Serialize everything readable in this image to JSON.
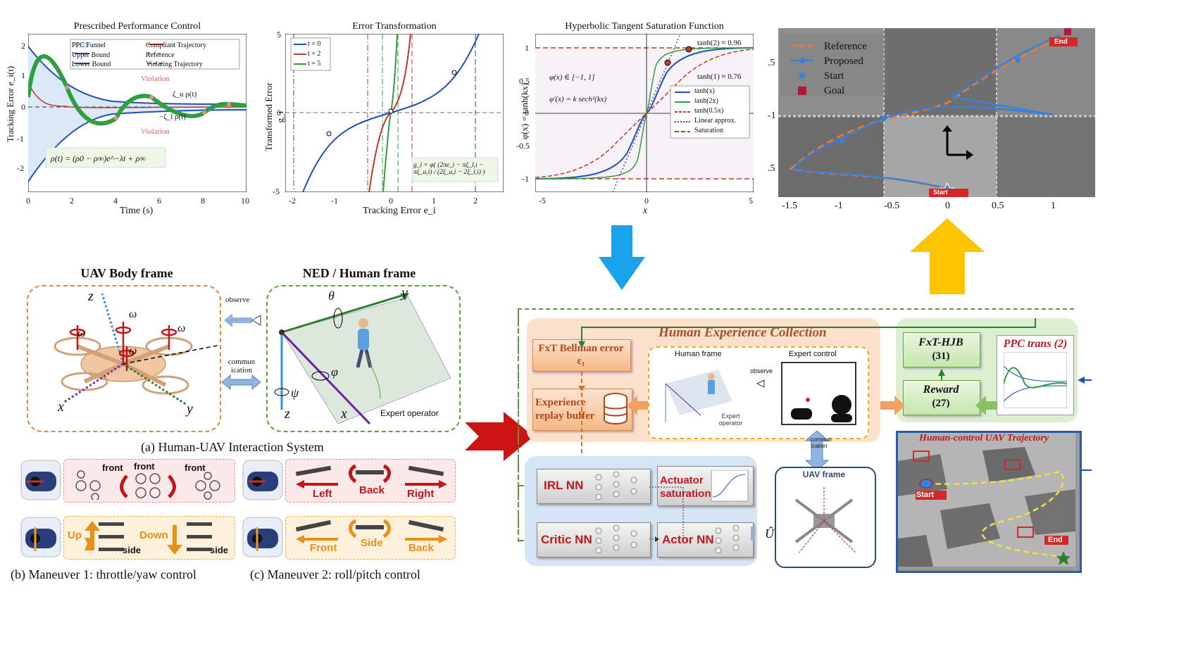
{
  "ppc_panel": {
    "title": "Prescribed Performance Control",
    "ylabel": "Tracking Error e_i(t)",
    "xlabel": "Time (s)",
    "xticks": [
      "0",
      "2",
      "4",
      "6",
      "8",
      "10"
    ],
    "yticks": [
      "2",
      "1",
      "0",
      "-1",
      "-2"
    ],
    "legend": [
      "PPC Funnel",
      "Upper Bound",
      "Lower Bound",
      "Compliant Trajectory",
      "Reference",
      "Violating Trajectory"
    ],
    "annot_violation_1": "Violation",
    "annot_violation_2": "Violation",
    "annot_upper": "ζ_u ρ(t)",
    "annot_lower": "−ζ_l ρ(t)",
    "formula": "ρ(t) = (ρ0 − ρ∞)e^−λt + ρ∞",
    "colors": {
      "funnel": "#dbe8f7",
      "bound": "#1f4fbf",
      "compliant": "#c0392b",
      "violating": "#2e9e3e"
    }
  },
  "et_panel": {
    "title": "Error Transformation",
    "ylabel": "Transformed Error g_i",
    "xlabel": "Tracking Error e_i",
    "xticks": [
      "-2",
      "-1",
      "0",
      "1",
      "2"
    ],
    "yticks": [
      "5",
      "0",
      "-5"
    ],
    "legend": [
      "t = 0",
      "t = 2",
      "t = 5"
    ],
    "formula": "g_i = φ( (2πe_i − πξ_l,i − πξ_u,i) / (2ξ_u,i − 2ξ_l,i) )"
  },
  "tanh_panel": {
    "title": "Hyperbolic Tangent Saturation Function",
    "ylabel": "φ(x) = tanh(kx)",
    "xlabel": "x",
    "xticks": [
      "-5",
      "0",
      "5"
    ],
    "yticks": [
      "1",
      "0.5",
      "0",
      "-0.5",
      "-1"
    ],
    "legend": [
      "tanh(x)",
      "tanh(2x)",
      "tanh(0.5x)",
      "Linear approx.",
      "Saturation"
    ],
    "annot_tanh2": "tanh(2) ≈ 0.96",
    "annot_tanh1": "tanh(1) ≈ 0.76",
    "text_range": "φ(x) ∈ [−1, 1]",
    "text_deriv": "φ′(x) = k sech²(kx)"
  },
  "traj_panel": {
    "legend": [
      "Reference",
      "Proposed",
      "Start",
      "Goal"
    ],
    "xticks": [
      "-1.5",
      "-1",
      "-0.5",
      "0",
      "0.5",
      "1"
    ],
    "yticks": [
      ".5",
      "-1",
      ".5"
    ],
    "start_tag": "Start",
    "end_tag": "End"
  },
  "hui": {
    "uav_title": "UAV Body frame",
    "ned_title": "NED / Human frame",
    "observe": "observe",
    "communication": "commun\nication",
    "expert_operator": "Expert operator",
    "caption": "(a)  Human-UAV Interaction System",
    "labels": {
      "zb": "z",
      "xb": "x",
      "yb": "y",
      "w1": "ω",
      "w2": "ω",
      "w3": "ω",
      "w4": "ω",
      "yn": "y",
      "xn": "x",
      "zn": "z",
      "theta": "θ",
      "phi": "φ",
      "psi": "ψ"
    }
  },
  "maneuver1": {
    "caption": "(b)  Maneuver 1: throttle/yaw control",
    "front_a": "front",
    "front_b": "front",
    "front_c": "front",
    "up": "Up",
    "down": "Down",
    "side_a": "side",
    "side_b": "side"
  },
  "maneuver2": {
    "caption": "(c)  Maneuver 2: roll/pitch control",
    "left": "Left",
    "back": "Back",
    "right": "Right",
    "front": "Front",
    "side": "Side",
    "back2": "Back"
  },
  "framework": {
    "hec_title": "Human Experience Collection",
    "bellman": "FxT Bellman error ε₁",
    "replay": "Experience replay buffer",
    "human_frame": "Human frame",
    "expert_control": "Expert control",
    "observe": "observe",
    "expert_operator": "Expert operator",
    "fxt_hjb": "FxT-HJB",
    "fxt_hjb_eq": "(31)",
    "ppc_trans": "PPC trans (2)",
    "reward": "Reward",
    "reward_eq": "(27)",
    "irl_nn": "IRL NN",
    "critic_nn": "Critic NN",
    "actuator_sat": "Actuator saturation",
    "actor_nn": "Actor NN",
    "u_hat": "Û",
    "uav_frame": "UAV frame",
    "communication": "commun\nication",
    "hc_title": "Human-control UAV Trajectory",
    "hc_start": "Start",
    "hc_end": "End"
  }
}
